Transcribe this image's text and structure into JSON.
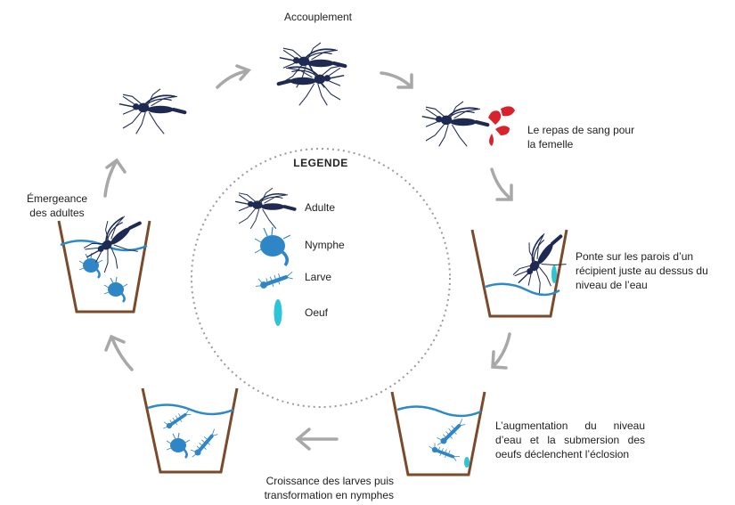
{
  "stages": {
    "mating": "Accouplement",
    "blood_meal": "Le repas de sang pour la femelle",
    "egg_laying": "Ponte sur les parois d’un récipient juste au dessus du niveau de l’eau",
    "hatching": "L’augmentation du niveau d’eau et la submersion des oeufs déclenchent l’éclosion",
    "growth": "Croissance des larves puis transformation en nymphes",
    "emergence": "Émergeance des adultes"
  },
  "legend": {
    "title": "LEGENDE",
    "items": [
      {
        "label": "Adulte",
        "icon": "mosquito-icon"
      },
      {
        "label": "Nymphe",
        "icon": "pupa-icon"
      },
      {
        "label": "Larve",
        "icon": "larva-icon"
      },
      {
        "label": "Oeuf",
        "icon": "egg-icon"
      }
    ]
  },
  "colors": {
    "mosquito": "#1f2a52",
    "water": "#2b8ac9",
    "pupa": "#2f86c6",
    "egg": "#2ec4d8",
    "cup": "#7a4a2a",
    "arrow": "#a8a8a8",
    "blood": "#d8232f",
    "legend_circle": "#9a9a9a"
  }
}
